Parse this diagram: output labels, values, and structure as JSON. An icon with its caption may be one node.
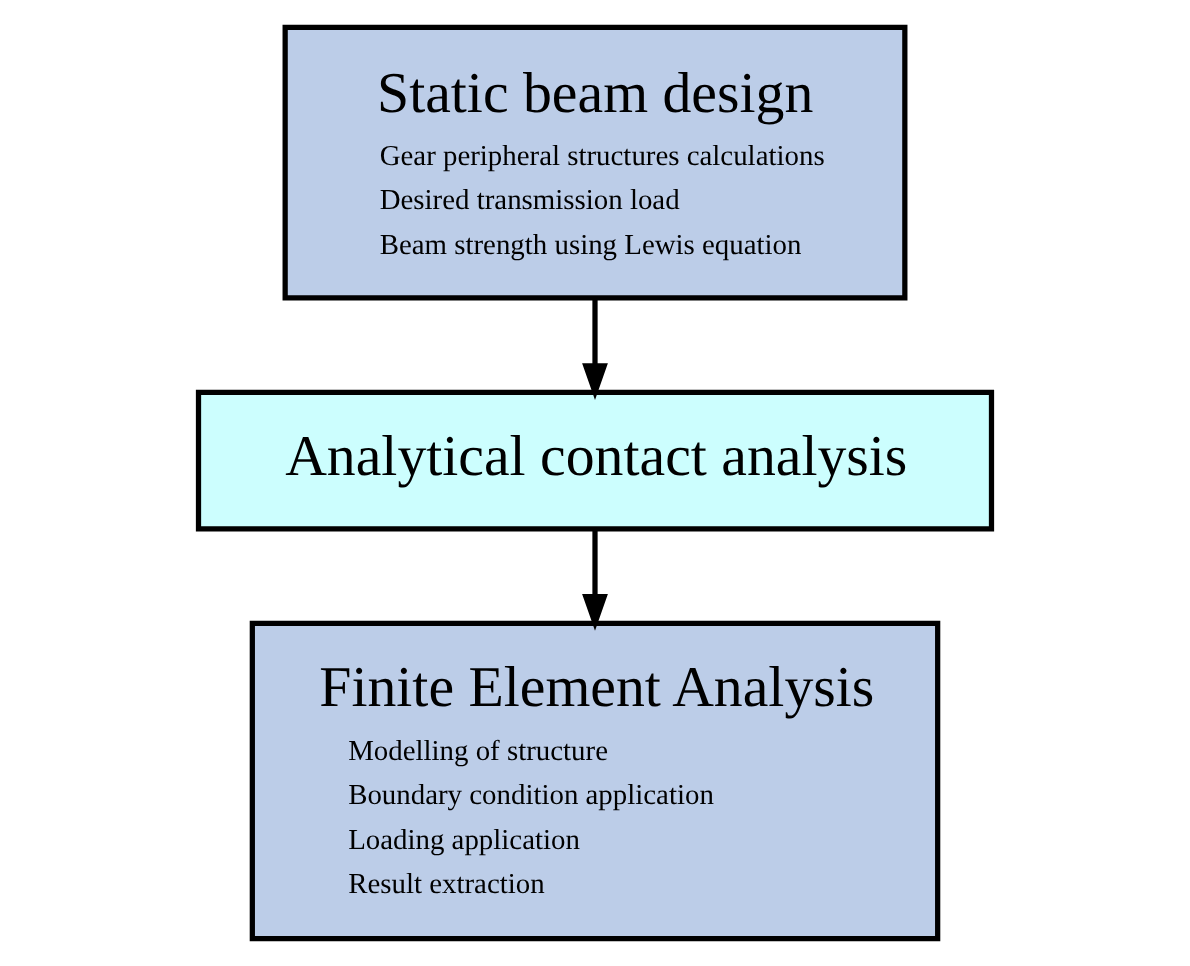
{
  "diagram": {
    "nodes": [
      {
        "text": [
          "Static beam design",
          "Gear peripheral structures calculations",
          "Desired transmission load",
          "Beam strength using Lewis equation"
        ]
      },
      {
        "text": [
          "Analytical contact analysis"
        ]
      },
      {
        "text": [
          "Finite Element Analysis",
          "Modelling of structure",
          "Boundary condition application",
          "Loading application",
          "Result extraction"
        ]
      }
    ],
    "edges": [
      {
        "from": 0,
        "to": 1,
        "arrow": "to"
      },
      {
        "from": 1,
        "to": 2,
        "arrow": "to"
      }
    ]
  }
}
